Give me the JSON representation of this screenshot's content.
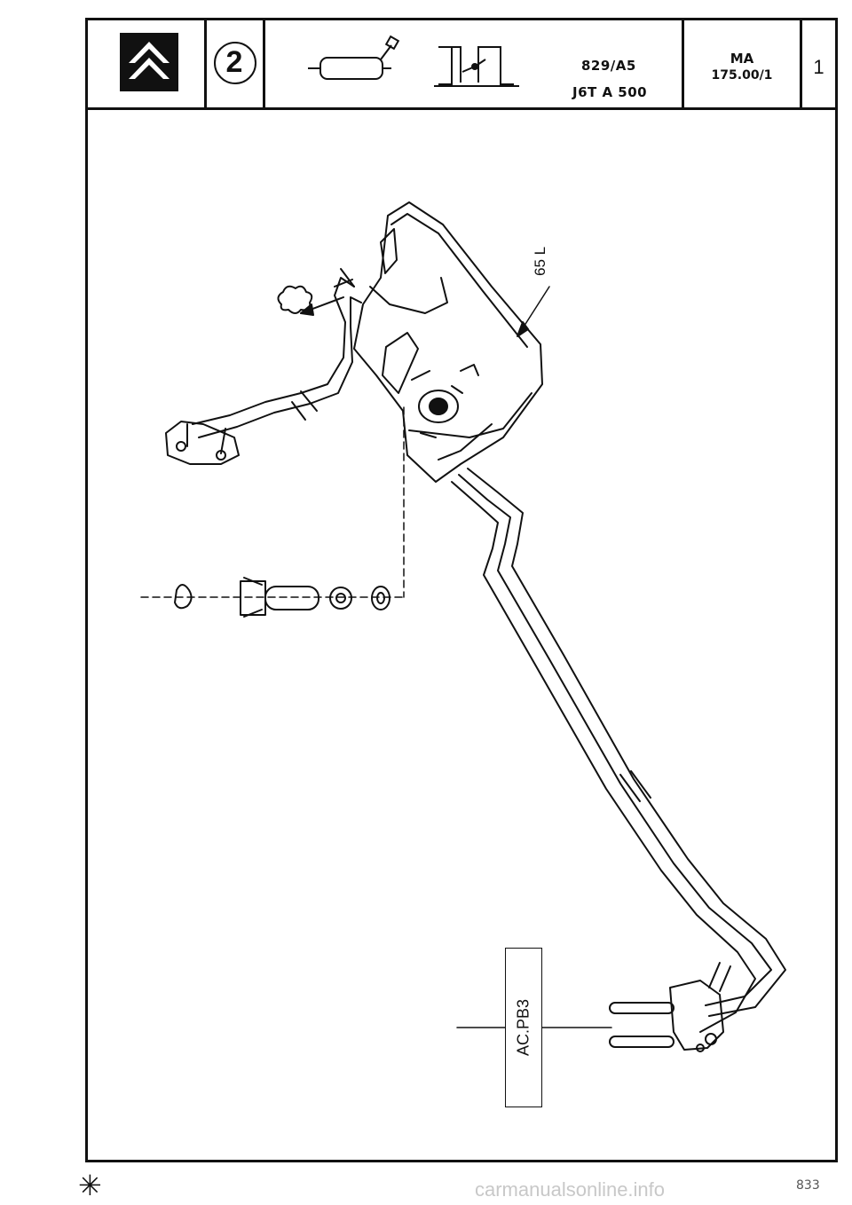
{
  "header": {
    "badge_number": "2",
    "code_line1": "829/A5",
    "code_line2": "J6T A 500",
    "ref_line1": "MA",
    "ref_line2": "175.00/1",
    "page_number": "1"
  },
  "diagram": {
    "capacity_label": "65 L",
    "part_label": "AC.PB3"
  },
  "footer": {
    "symbol": "✳",
    "page_code": "833",
    "watermark": "carmanualsonline.info"
  },
  "icons": [
    "citroen-logo-icon",
    "fuel-tank-icon",
    "gauge-icon",
    "exhaust-icon"
  ],
  "colors": {
    "ink": "#111111",
    "paper": "#ffffff"
  }
}
